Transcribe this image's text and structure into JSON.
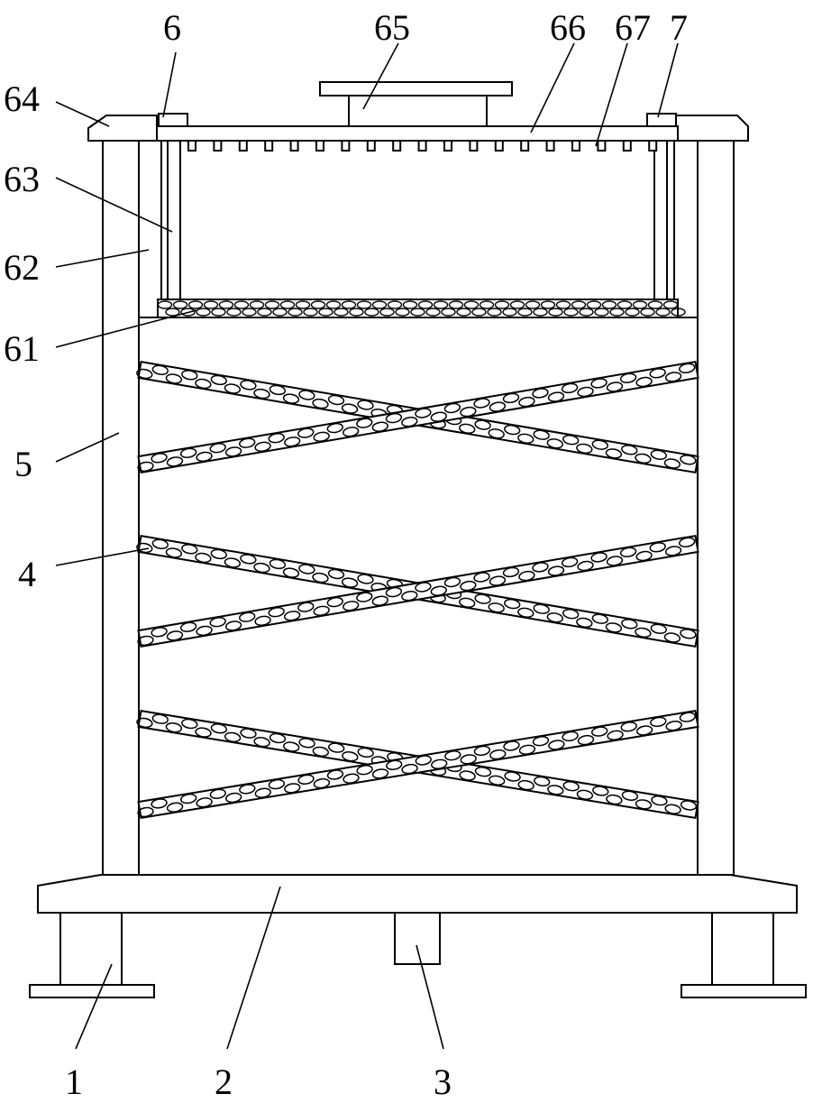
{
  "labels": {
    "l1": "1",
    "l2": "2",
    "l3": "3",
    "l4": "4",
    "l5": "5",
    "l6": "6",
    "l7": "7",
    "l61": "61",
    "l62": "62",
    "l63": "63",
    "l64": "64",
    "l65": "65",
    "l66": "66",
    "l67": "67"
  },
  "colors": {
    "line": "#000000",
    "background": "#ffffff"
  }
}
